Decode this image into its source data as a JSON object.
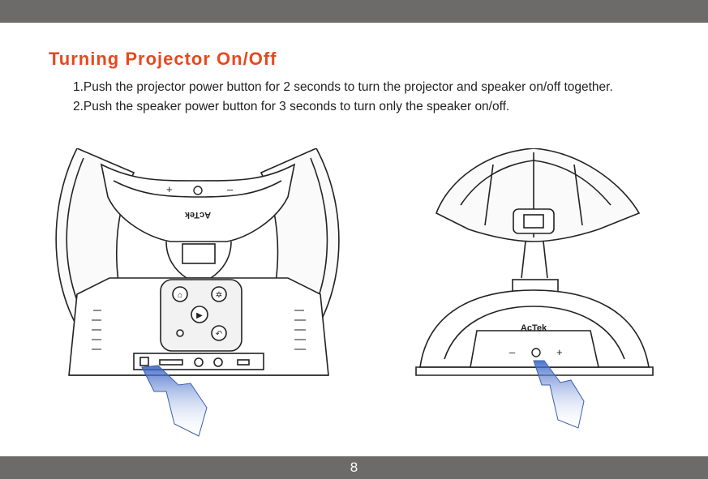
{
  "title": "Turning Projector On/Off",
  "steps": [
    "1.Push the projector power button for 2 seconds to turn the projector and speaker on/off together.",
    "2.Push the speaker power button for 3 seconds to turn only the speaker on/off."
  ],
  "brand_logo": "AcTek",
  "page_number": "8",
  "colors": {
    "title": "#e8481e",
    "bars": "#6d6b6a",
    "hand": "#4b73c9"
  }
}
